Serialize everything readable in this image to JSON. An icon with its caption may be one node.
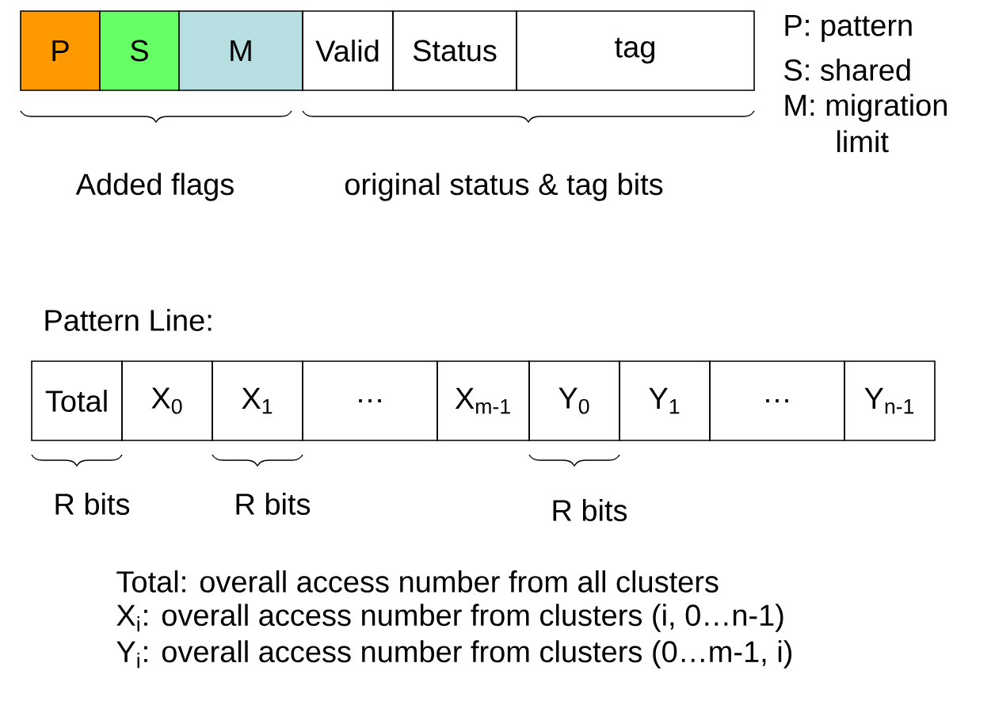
{
  "diagram": {
    "nodes": [
      {
        "text": [
          "P"
        ]
      },
      {
        "text": [
          "S"
        ]
      },
      {
        "text": [
          "M"
        ]
      },
      {
        "text": [
          "Valid"
        ]
      },
      {
        "text": [
          "Status"
        ]
      },
      {
        "text": [
          "tag"
        ]
      },
      {
        "text": [
          "Total"
        ]
      },
      {
        "text": [
          "X$_{0}$"
        ]
      },
      {
        "text": [
          "X$_{1}$"
        ]
      },
      {
        "text": [
          "…"
        ]
      },
      {
        "text": [
          "X$_{m-1}$"
        ]
      },
      {
        "text": [
          "Y$_{0}$"
        ]
      },
      {
        "text": [
          "Y$_{1}$"
        ]
      },
      {
        "text": [
          "…"
        ]
      },
      {
        "text": [
          "Y$_{n-1}$"
        ]
      }
    ],
    "labels": [
      "P: pattern",
      "S: shared",
      "M: migration limit",
      "Added flags",
      "original status & tag bits",
      "Pattern Line:",
      "R bits",
      "R bits",
      "R bits",
      "Total: overall access number from all clusters",
      "X$_{i}$: overall access number from clusters (i, 0…n-1)",
      "Y$_{i}$: overall access number from clusters (0…m-1, i)"
    ]
  }
}
